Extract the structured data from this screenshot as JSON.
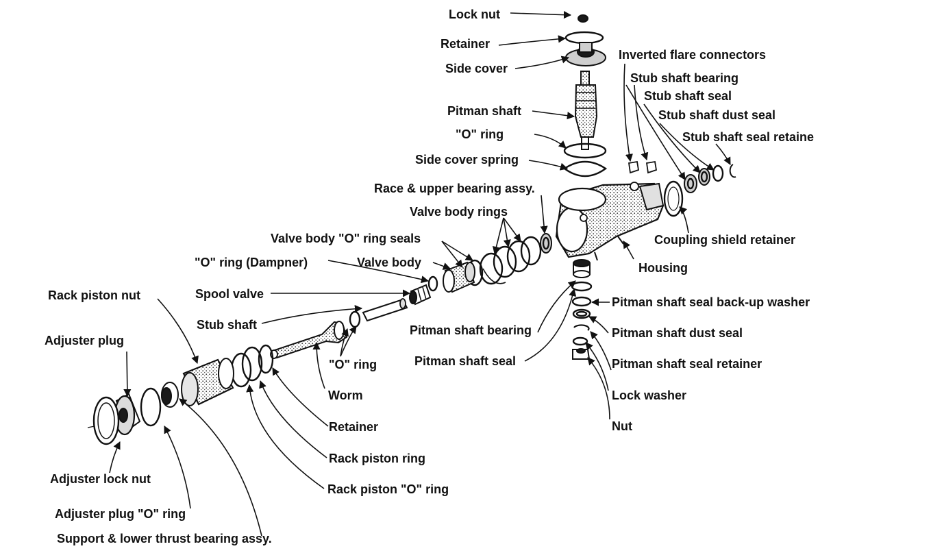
{
  "labels": {
    "lock_nut": "Lock nut",
    "retainer_top": "Retainer",
    "side_cover": "Side cover",
    "pitman_shaft": "Pitman shaft",
    "o_ring_top": "\"O\" ring",
    "side_cover_spring": "Side cover spring",
    "race_upper_bearing": "Race & upper bearing assy.",
    "valve_body_rings": "Valve body rings",
    "valve_body_o_ring_seals": "Valve body \"O\" ring seals",
    "o_ring_dampner": "\"O\" ring (Dampner)",
    "valve_body": "Valve body",
    "spool_valve": "Spool valve",
    "stub_shaft": "Stub shaft",
    "rack_piston_nut": "Rack piston nut",
    "adjuster_plug": "Adjuster plug",
    "adjuster_lock_nut": "Adjuster lock nut",
    "adjuster_plug_o_ring": "Adjuster plug \"O\" ring",
    "support_lower_thrust": "Support & lower thrust bearing assy.",
    "o_ring_worm": "\"O\" ring",
    "worm": "Worm",
    "retainer_lower": "Retainer",
    "rack_piston_ring": "Rack piston ring",
    "rack_piston_o_ring": "Rack piston \"O\" ring",
    "pitman_shaft_bearing": "Pitman shaft bearing",
    "pitman_shaft_seal": "Pitman shaft seal",
    "inverted_flare": "Inverted flare connectors",
    "stub_shaft_bearing": "Stub shaft bearing",
    "stub_shaft_seal": "Stub shaft seal",
    "stub_shaft_dust_seal": "Stub shaft dust seal",
    "stub_shaft_seal_retainer": "Stub shaft seal retaine",
    "coupling_shield_retainer": "Coupling shield retainer",
    "housing": "Housing",
    "pitman_backup_washer": "Pitman shaft seal back-up washer",
    "pitman_dust_seal": "Pitman shaft dust seal",
    "pitman_seal_retainer": "Pitman shaft seal retainer",
    "lock_washer": "Lock washer",
    "nut": "Nut"
  }
}
